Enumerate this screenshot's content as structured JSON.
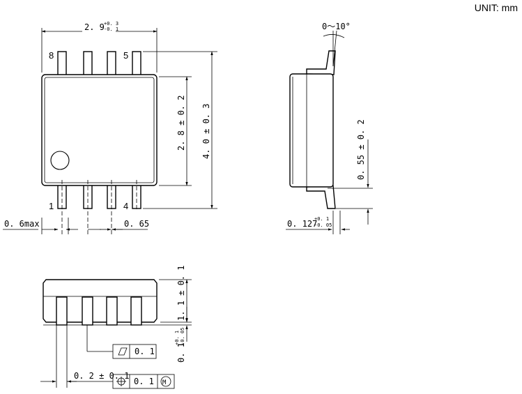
{
  "unit": "UNIT: mm",
  "top_view": {
    "width_dim": "2. 9",
    "width_tol_upper": "+0. 3",
    "width_tol_lower": "-0. 1",
    "body_height_dim": "2. 8 ± 0. 2",
    "total_height_dim": "4. 0 ± 0. 3",
    "pin_top_left": "8",
    "pin_top_right": "5",
    "pin_bottom_left": "1",
    "pin_bottom_right": "4",
    "lead_width_dim": "0. 6max",
    "pitch_dim": "0. 65"
  },
  "side_view": {
    "angle_dim": "0～10°",
    "lead_length_dim": "0. 55 ± 0. 2",
    "thickness_dim": "0. 127",
    "thickness_tol_upper": "+0. 1",
    "thickness_tol_lower": "-0. 05"
  },
  "front_view": {
    "height_dim": "1. 1 ± 0. 1",
    "standoff_dim": "0. 1",
    "standoff_tol_upper": "+0. 1",
    "standoff_tol_lower": "-0. 05",
    "lead_width_dim": "0. 2 ± 0. 1",
    "flatness_value": "0. 1",
    "position_value": "0. 1",
    "position_modifier": "M"
  }
}
